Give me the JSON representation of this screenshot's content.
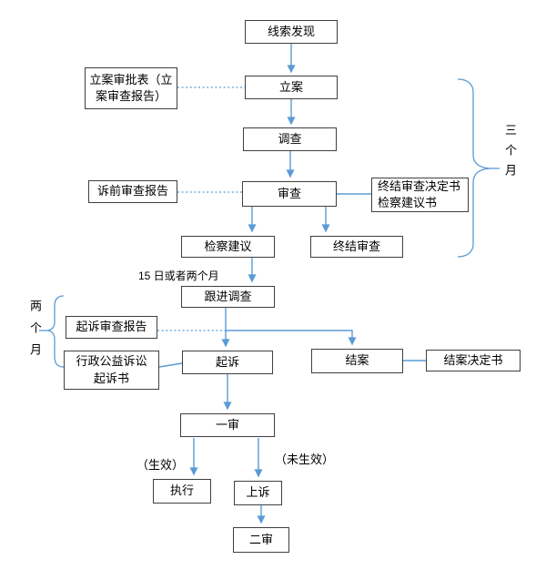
{
  "nodes": {
    "clue_discovery": "线索发现",
    "filing_approval_form": "立案审批表（立\n案审查报告）",
    "case_filing": "立案",
    "investigation": "调查",
    "pre_litigation_review_report": "诉前审查报告",
    "review": "审查",
    "termination_decision_docs": "终结审查决定书\n检察建议书",
    "procuratorial_suggestion": "检察建议",
    "terminate_review": "终结审查",
    "follow_up_investigation": "跟进调查",
    "prosecution_review_report": "起诉审查报告",
    "admin_litigation_indictment": "行政公益诉讼\n起诉书",
    "prosecution": "起诉",
    "case_closed": "结案",
    "closing_decision_doc": "结案决定书",
    "first_instance": "一审",
    "execution": "执行",
    "appeal": "上诉",
    "second_instance": "二审"
  },
  "labels": {
    "fifteen_days_or_two_months": "15 日或者两个月",
    "three_months": "三个月",
    "two_months": "两个月",
    "effective": "（生效）",
    "not_effective": "（未生效）"
  },
  "colors": {
    "connector_blue": "#5b9bd5",
    "box_border": "#3f3f3f",
    "text": "#000000"
  }
}
